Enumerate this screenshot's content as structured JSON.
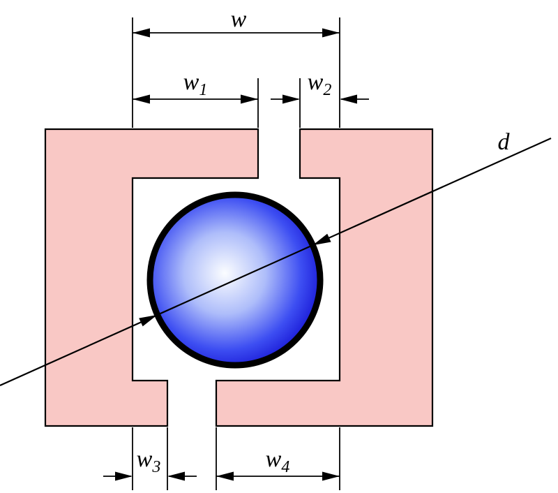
{
  "figure": {
    "background_color": "#ffffff",
    "structure": {
      "fill_color": "#f9c8c5",
      "outline_color": "#000000"
    },
    "sphere": {
      "outline_color": "#000000",
      "edge_color": "#1411d2",
      "mid_color": "#3d4ef2",
      "mid_light_color": "#aebdfa",
      "highlight_color": "#fbfdff"
    },
    "annotation_color": "#000000",
    "labels": {
      "w": {
        "base": "w",
        "sub": ""
      },
      "w1": {
        "base": "w",
        "sub": "1"
      },
      "w2": {
        "base": "w",
        "sub": "2"
      },
      "w3": {
        "base": "w",
        "sub": "3"
      },
      "w4": {
        "base": "w",
        "sub": "4"
      },
      "d": {
        "base": "d",
        "sub": ""
      }
    }
  }
}
